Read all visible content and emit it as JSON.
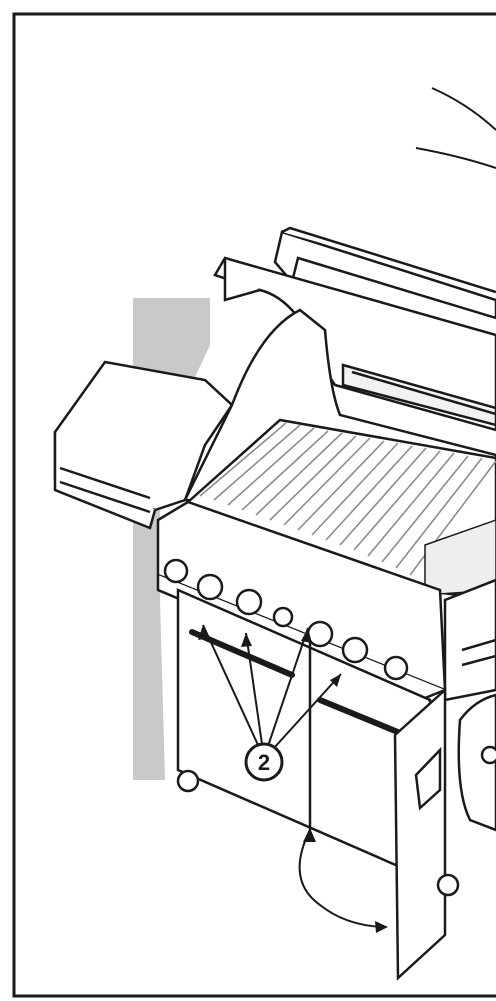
{
  "figure": {
    "callout": {
      "label": "2"
    },
    "colors": {
      "line": "#1a1a1a",
      "shadow": "#c9c9c9",
      "grate": "#8c8c8c",
      "background": "#ffffff"
    },
    "icons": [
      "burner-control-knob",
      "arrow",
      "door-swing-arrow"
    ]
  }
}
